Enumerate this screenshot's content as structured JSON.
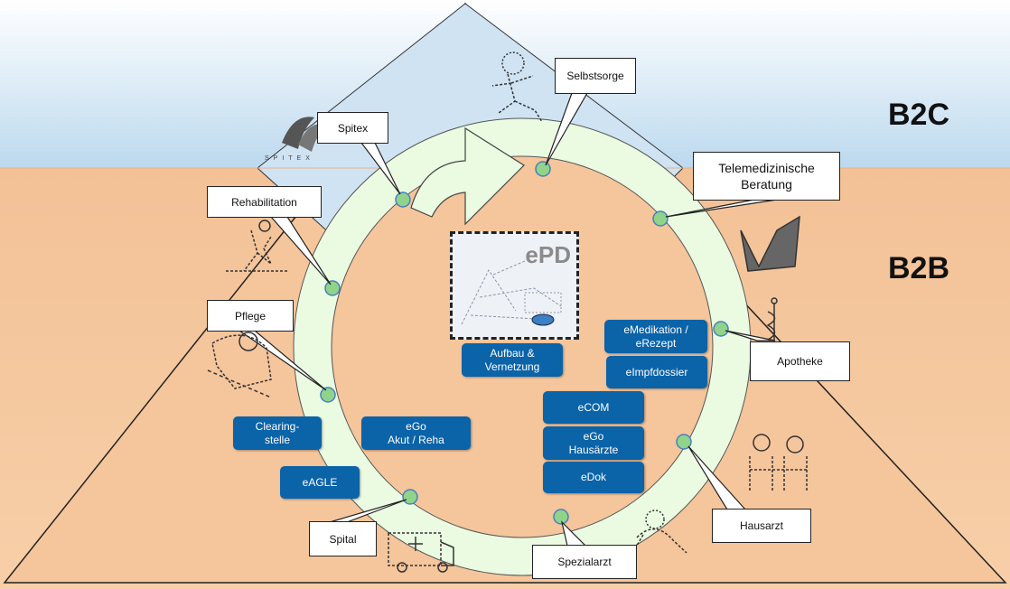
{
  "zones": {
    "b2c": "B2C",
    "b2b": "B2B"
  },
  "center": {
    "title": "ePD"
  },
  "stations": {
    "selbstsorge": "Selbstsorge",
    "spitex": "Spitex",
    "telemedizin": "Telemedizinische\nBeratung",
    "rehabilitation": "Rehabilitation",
    "pflege": "Pflege",
    "apotheke": "Apotheke",
    "spital": "Spital",
    "hausarzt": "Hausarzt",
    "spezialarzt": "Spezialarzt"
  },
  "projects": {
    "aufbau": "Aufbau &\nVernetzung",
    "emedikation": "eMedikation /\neRezept",
    "eimpfdossier": "eImpfdossier",
    "ecom": "eCOM",
    "ego_hausaerzte": "eGo\nHausärzte",
    "edok": "eDok",
    "clearing": "Clearing-\nstelle",
    "ego_akut": "eGo\nAkut / Reha",
    "eagle": "eAGLE"
  },
  "logos": {
    "spitex_logo_text": "SPITEX"
  },
  "colors": {
    "b2c_sky": "#c7dff0",
    "b2b_sand": "#f5c79d",
    "ring": "#eefbe6",
    "dot": "#8fd48a",
    "project_box": "#0b63a8"
  },
  "icons": [
    "person-runner-icon",
    "cane-person-icon",
    "nurse-icon",
    "ambulance-icon",
    "doctor-icon",
    "caduceus-icon",
    "telemedicine-icon",
    "specialist-icon",
    "spitex-logo"
  ]
}
